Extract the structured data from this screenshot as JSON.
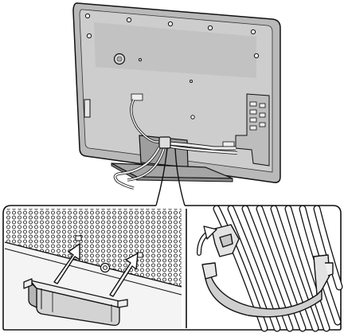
{
  "figure": {
    "panels": [
      "tv-rear-view",
      "detail-left-clip-attach",
      "detail-right-cable-clamp"
    ],
    "colors": {
      "line": "#111111",
      "panel_fill": "#c8c8c8",
      "panel_fill_dark": "#a9a9a9",
      "stand_fill": "#9a9a9a",
      "white": "#ffffff"
    }
  }
}
